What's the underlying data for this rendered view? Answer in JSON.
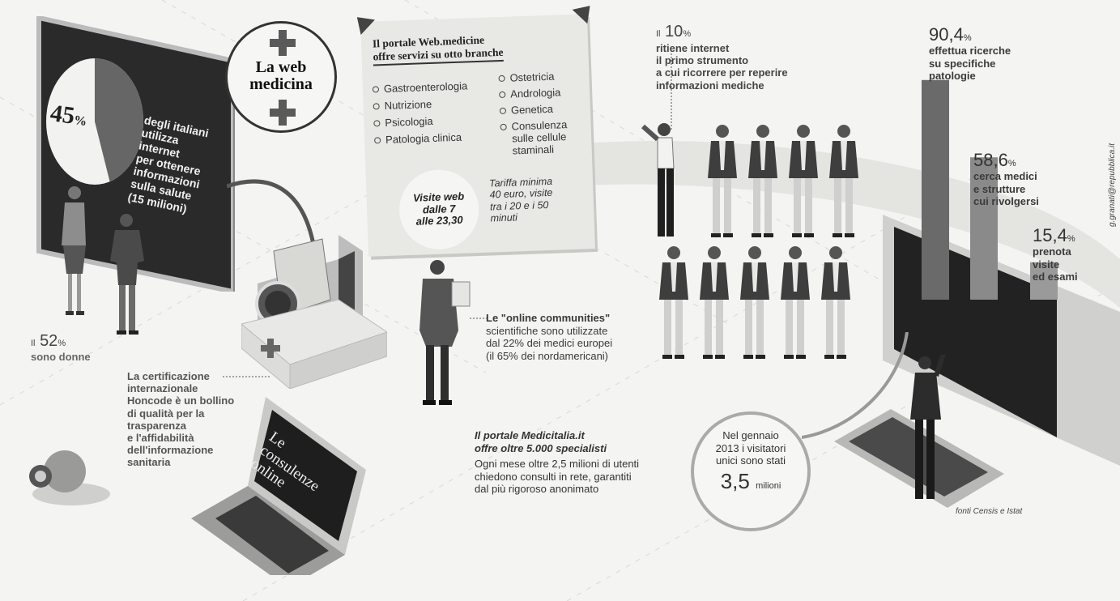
{
  "title": {
    "line1": "La web",
    "line2": "medicina"
  },
  "board": {
    "pct_value": "45",
    "pct_unit": "%",
    "desc_lines": [
      "degli italiani",
      "utilizza",
      "internet",
      "per ottenere",
      "informazioni",
      "sulla salute",
      "(15 milioni)"
    ],
    "share": 0.45
  },
  "women": {
    "prefix": "Il",
    "value": "52",
    "unit": "%",
    "label": "sono donne"
  },
  "note": {
    "title_lines": [
      "Il portale Web.medicine",
      "offre servizi su otto branche"
    ],
    "left_items": [
      "Gastroenterologia",
      "Nutrizione",
      "Psicologia",
      "Patologia clinica"
    ],
    "right_items": [
      "Ostetricia",
      "Andrologia",
      "Genetica",
      "Consulenza sulle cellule staminali"
    ],
    "visits_lines": [
      "Visite web",
      "dalle 7",
      "alle 23,30"
    ],
    "fee_lines": [
      "Tariffa minima",
      "40 euro, visite",
      "tra i 20 e i 50",
      "minuti"
    ]
  },
  "certification": {
    "lines": [
      "La certificazione",
      "internazionale",
      "Honcode è un bollino",
      "di qualità per la",
      "trasparenza",
      "e l'affidabilità",
      "dell'informazione",
      "sanitaria"
    ]
  },
  "laptop": {
    "lines": [
      "Le",
      "consulenze",
      "online"
    ]
  },
  "communities": {
    "lines": [
      "Le \"online communities\"",
      "scientifiche sono utilizzate",
      "dal 22% dei medici europei",
      "(il 65% dei nordamericani)"
    ]
  },
  "medicitalia": {
    "title_lines": [
      "Il portale Medicitalia.it",
      "offre oltre 5.000 specialisti"
    ],
    "body_lines": [
      "Ogni mese oltre 2,5 milioni di utenti",
      "chiedono consulti in rete, garantiti",
      "dal più rigoroso anonimato"
    ]
  },
  "internet_first": {
    "prefix": "Il",
    "value": "10",
    "unit": "%",
    "lines": [
      "ritiene internet",
      "il primo strumento",
      "a cui ricorrere per reperire",
      "informazioni mediche"
    ]
  },
  "stats": [
    {
      "value": "90,4",
      "unit": "%",
      "lines": [
        "effettua ricerche",
        "su specifiche",
        "patologie"
      ],
      "share": 0.904
    },
    {
      "value": "58,6",
      "unit": "%",
      "lines": [
        "cerca medici",
        "e strutture",
        "cui rivolgersi"
      ],
      "share": 0.586
    },
    {
      "value": "15,4",
      "unit": "%",
      "lines": [
        "prenota",
        "visite",
        "ed esami"
      ],
      "share": 0.154
    }
  ],
  "visitors": {
    "lines": [
      "Nel gennaio",
      "2013 i visitatori",
      "unici sono stati"
    ],
    "value": "3,5",
    "unit": "milioni"
  },
  "credit": "g.granati@repubblica.it",
  "source": "fonti Censis e Istat",
  "colors": {
    "ink": "#222222",
    "screen": "#1e1e1e",
    "paper": "#e9e9e6",
    "gray": "#8a8a8a"
  }
}
